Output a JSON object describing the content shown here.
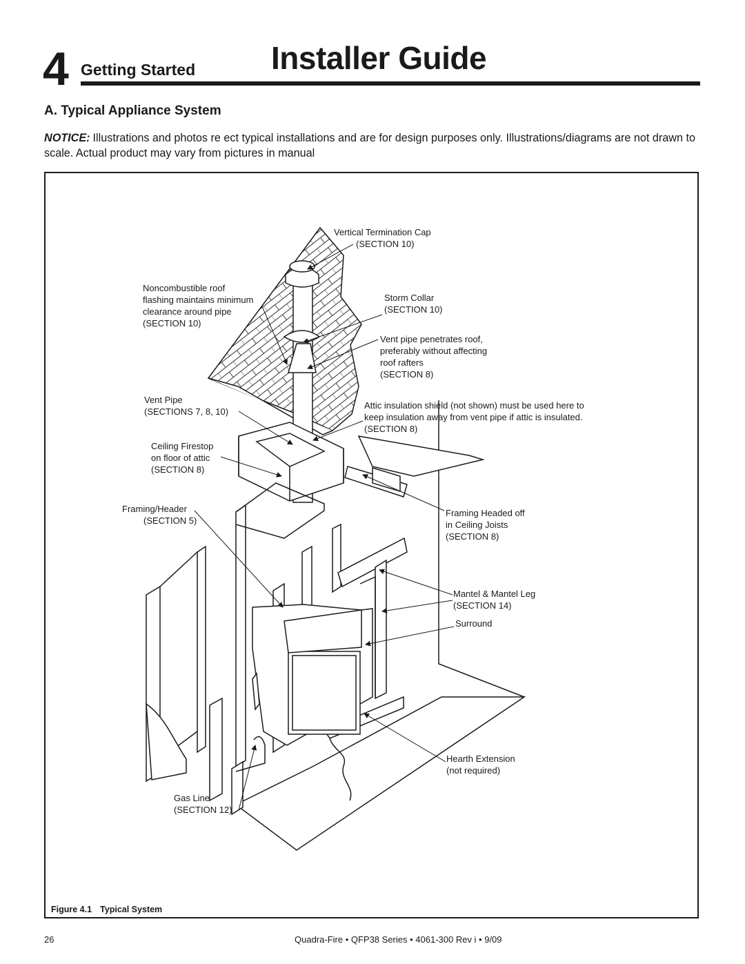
{
  "header": {
    "section_number": "4",
    "section_name": "Getting Started",
    "doc_title": "Installer Guide"
  },
  "subheading": "A. Typical Appliance System",
  "notice": {
    "label": "NOTICE:",
    "text": "Illustrations and photos re  ect typical installations and are for design purposes only. Illustrations/diagrams are not drawn to scale. Actual product may vary from pictures in manual"
  },
  "labels": {
    "cap": [
      "Vertical Termination Cap",
      "(SECTION 10)"
    ],
    "flashing": [
      "Noncombustible roof",
      "flashing maintains minimum",
      "clearance around pipe",
      "(SECTION 10)"
    ],
    "storm": [
      "Storm Collar",
      "(SECTION 10)"
    ],
    "penetrates": [
      "Vent pipe penetrates roof,",
      "preferably without affecting",
      "roof rafters",
      "(SECTION 8)"
    ],
    "ventpipe": [
      "Vent Pipe",
      "(SECTIONS 7, 8, 10)"
    ],
    "attic": [
      "Attic insulation shield (not shown) must be used here to",
      "keep insulation away from vent pipe if attic is insulated.",
      "(SECTION 8)"
    ],
    "firestop": [
      "Ceiling Firestop",
      "on floor of attic",
      "(SECTION 8)"
    ],
    "header": [
      "Framing/Header",
      "(SECTION 5)"
    ],
    "joists": [
      "Framing Headed off",
      "in Ceiling Joists",
      "(SECTION 8)"
    ],
    "mantel": [
      "Mantel & Mantel Leg",
      "(SECTION 14)"
    ],
    "surround": [
      "Surround"
    ],
    "hearth": [
      "Hearth Extension",
      "(not required)"
    ],
    "gas": [
      "Gas Line",
      "(SECTION 12)"
    ]
  },
  "figure": {
    "number": "Figure 4.1",
    "title": "Typical System"
  },
  "footer": {
    "page": "26",
    "text": "Quadra-Fire • QFP38 Series • 4061-300 Rev i •  9/09"
  }
}
